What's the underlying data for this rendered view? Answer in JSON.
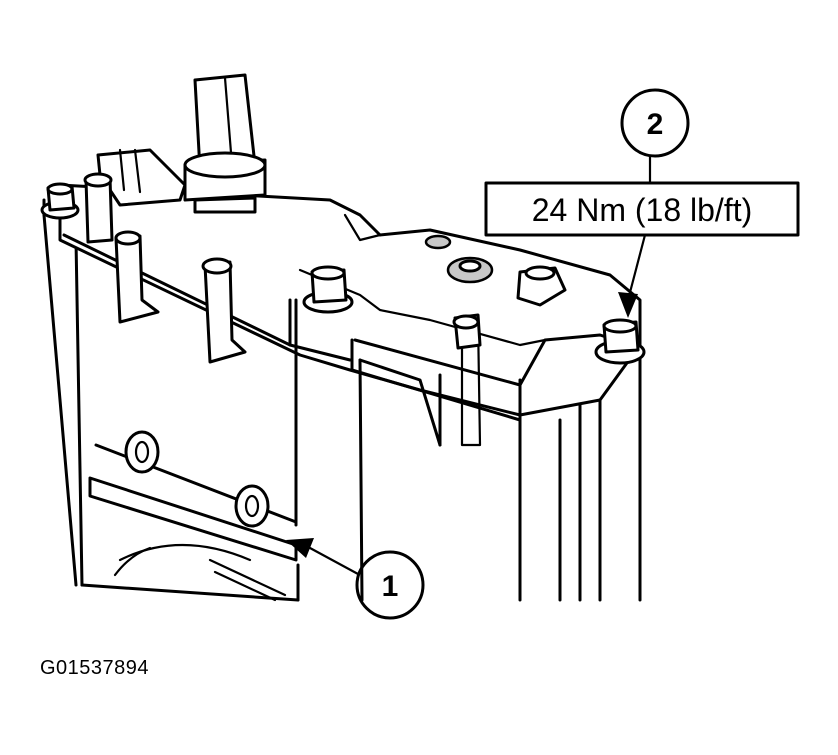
{
  "diagram": {
    "callouts": [
      {
        "id": "callout-1",
        "number": "1"
      },
      {
        "id": "callout-2",
        "number": "2"
      }
    ],
    "torque_label": "24 Nm (18 lb/ft)",
    "figure_id": "G01537894"
  },
  "colors": {
    "line": "#000000",
    "background": "#ffffff",
    "shade": "#c8c8c8"
  }
}
